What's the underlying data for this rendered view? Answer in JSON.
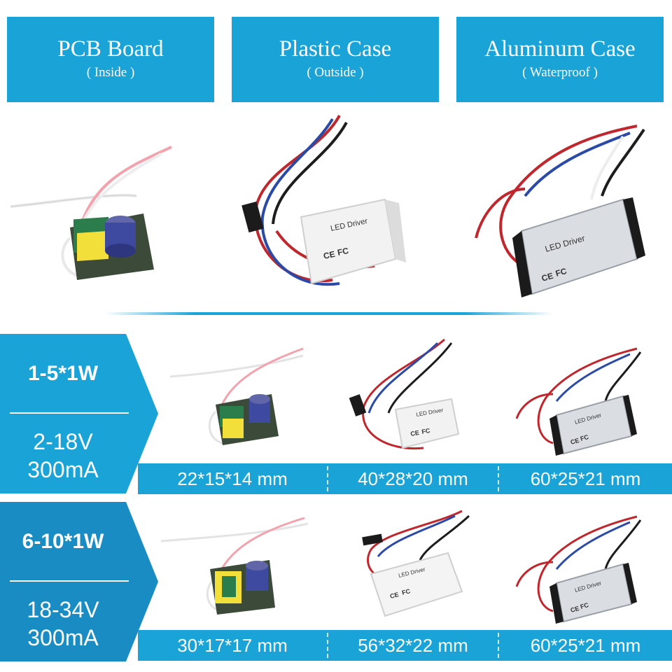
{
  "header": {
    "tabs": [
      {
        "title": "PCB Board",
        "subtitle": "( Inside )"
      },
      {
        "title": "Plastic Case",
        "subtitle": "( Outside )"
      },
      {
        "title": "Aluminum Case",
        "subtitle": "( Waterproof )"
      }
    ]
  },
  "product_labels": {
    "led_driver": "LED Driver",
    "fc": "FC",
    "ce": "CE"
  },
  "rows": [
    {
      "power": "1-5*1W",
      "voltage": "2-18V",
      "current": "300mA",
      "dimensions": [
        "22*15*14 mm",
        "40*28*20 mm",
        "60*25*21 mm"
      ]
    },
    {
      "power": "6-10*1W",
      "voltage": "18-34V",
      "current": "300mA",
      "dimensions": [
        "30*17*17 mm",
        "56*32*22 mm",
        "60*25*21 mm"
      ]
    }
  ],
  "colors": {
    "accent": "#1aa3d7",
    "accent_dark": "#1a8cc4",
    "white": "#ffffff"
  }
}
